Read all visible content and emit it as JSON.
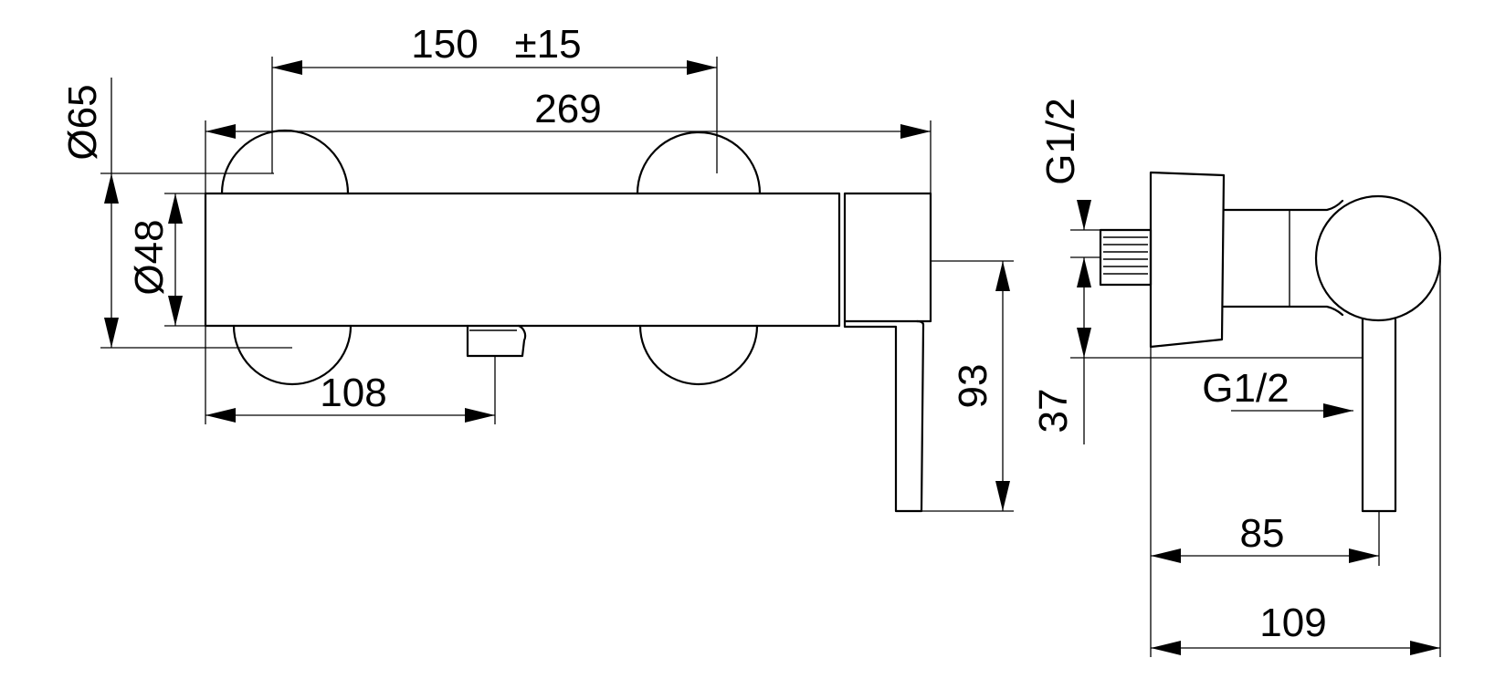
{
  "dimensions": {
    "spacing": "150",
    "tolerance": "±15",
    "overall_width": "269",
    "rosette_diameter": "Ø65",
    "body_diameter": "Ø48",
    "outlet_offset": "108",
    "lever_height": "93",
    "inlet_thread": "G1/2",
    "outlet_thread": "G1/2",
    "inlet_height": "37",
    "lever_depth": "85",
    "overall_depth": "109"
  }
}
